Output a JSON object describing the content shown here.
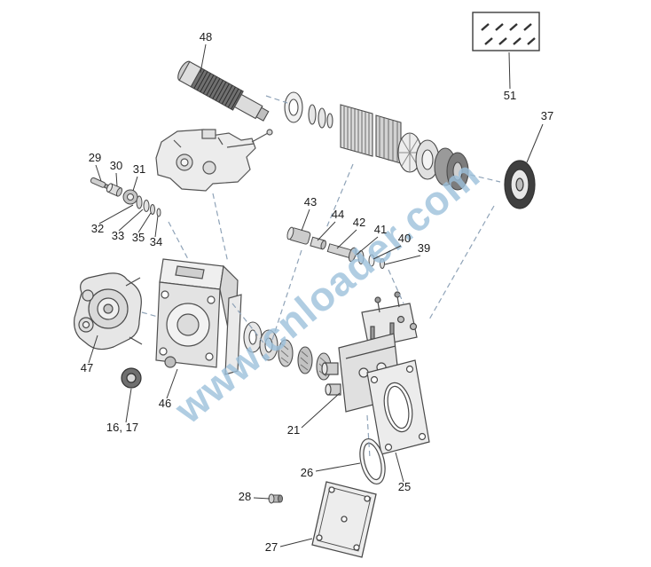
{
  "watermark": {
    "text": "www.cnloader.com",
    "color": "#9dc1dc"
  },
  "diagram": {
    "type": "exploded-parts-diagram",
    "description": "Hydraulic pump exploded view with numbered part callouts",
    "colors": {
      "line": "#4a4a4a",
      "centerline": "#8fa3b8",
      "label": "#1c1c1c",
      "background": "#ffffff"
    },
    "callouts": [
      {
        "id": "48",
        "label": "48"
      },
      {
        "id": "51",
        "label": "51"
      },
      {
        "id": "37",
        "label": "37"
      },
      {
        "id": "29",
        "label": "29"
      },
      {
        "id": "30",
        "label": "30"
      },
      {
        "id": "31",
        "label": "31"
      },
      {
        "id": "32",
        "label": "32"
      },
      {
        "id": "33",
        "label": "33"
      },
      {
        "id": "35",
        "label": "35"
      },
      {
        "id": "34",
        "label": "34"
      },
      {
        "id": "43",
        "label": "43"
      },
      {
        "id": "44",
        "label": "44"
      },
      {
        "id": "42",
        "label": "42"
      },
      {
        "id": "41",
        "label": "41"
      },
      {
        "id": "40",
        "label": "40"
      },
      {
        "id": "39",
        "label": "39"
      },
      {
        "id": "47",
        "label": "47"
      },
      {
        "id": "46",
        "label": "46"
      },
      {
        "id": "16-17",
        "label": "16, 17"
      },
      {
        "id": "21",
        "label": "21"
      },
      {
        "id": "26",
        "label": "26"
      },
      {
        "id": "25",
        "label": "25"
      },
      {
        "id": "28",
        "label": "28"
      },
      {
        "id": "27",
        "label": "27"
      }
    ]
  }
}
